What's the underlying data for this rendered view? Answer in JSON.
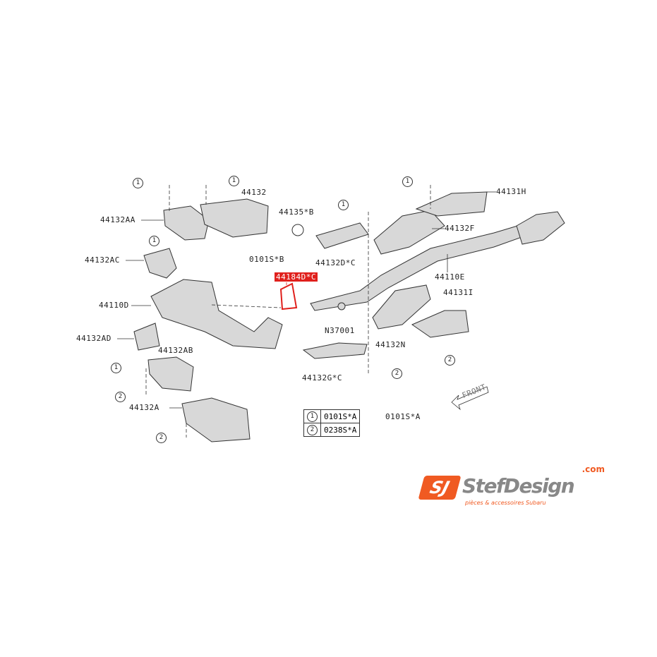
{
  "labels": {
    "p44132AA": "44132AA",
    "p44132AC": "44132AC",
    "p44110D": "44110D",
    "p44132AD": "44132AD",
    "p44132AB": "44132AB",
    "p44132A": "44132A",
    "p44132": "44132",
    "p44135B": "44135*B",
    "p0101SB": "0101S*B",
    "p44132DC": "44132D*C",
    "p44184DC": "44184D*C",
    "pN37001": "N37001",
    "p44132GC": "44132G*C",
    "p44131H": "44131H",
    "p44132F": "44132F",
    "p44110E": "44110E",
    "p44131I": "44131I",
    "p44132N": "44132N",
    "front": "FRONT",
    "extra_0101SA": "0101S*A"
  },
  "callouts": {
    "one": "1",
    "two": "2"
  },
  "legend": [
    {
      "num": "1",
      "part": "0101S*A"
    },
    {
      "num": "2",
      "part": "0238S*A"
    }
  ],
  "highlight_color": "#e0201c",
  "logo": {
    "mark": "SJ",
    "name": "StefDesign",
    "domain": ".com",
    "tagline": "pièces & accessoires Subaru",
    "color": "#f05a22"
  }
}
